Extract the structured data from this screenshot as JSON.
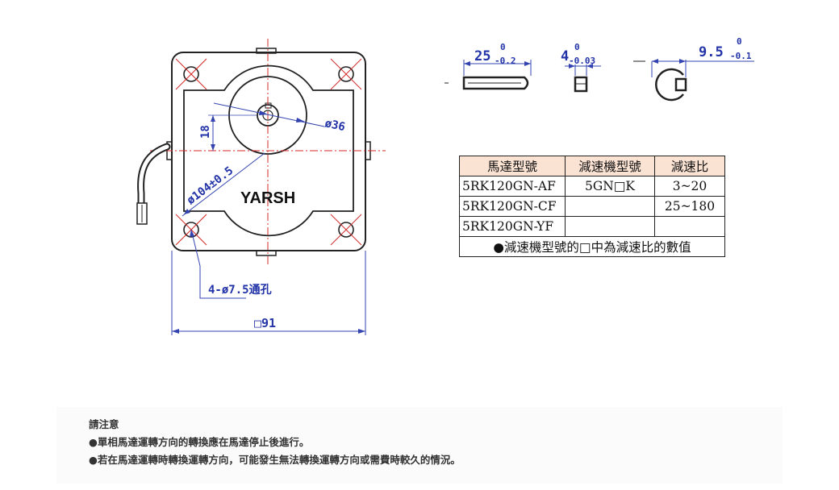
{
  "drawing": {
    "brand_label": "YARSH",
    "dim_bore_label": "ø36",
    "dim_height_label": "18",
    "dim_pcd_label": "ø104±0.5",
    "dim_holes_label": "4-ø7.5通孔",
    "dim_width_label": "□91",
    "shaft_length": {
      "main": "25",
      "tol_upper": "0",
      "tol_lower": "-0.2"
    },
    "key_width": {
      "main": "4",
      "tol_upper": "0",
      "tol_lower": "-0.03"
    },
    "key_depth": {
      "main": "9.5",
      "tol_upper": "0",
      "tol_lower": "-0.1"
    }
  },
  "table": {
    "headers": [
      "馬達型號",
      "減速機型號",
      "減速比"
    ],
    "rows": [
      [
        "5RK120GN-AF",
        "5GN□K",
        "3~20"
      ],
      [
        "5RK120GN-CF",
        "",
        "25~180"
      ],
      [
        "5RK120GN-YF",
        "",
        ""
      ]
    ],
    "footnote": "●減速機型號的□中為減速比的數值"
  },
  "notes": {
    "heading": "請注意",
    "lines": [
      "●單相馬達運轉方向的轉換應在馬達停止後進行。",
      "●若在馬達運轉時轉換運轉方向，可能發生無法轉換運轉方向或需費時較久的情況。"
    ]
  }
}
